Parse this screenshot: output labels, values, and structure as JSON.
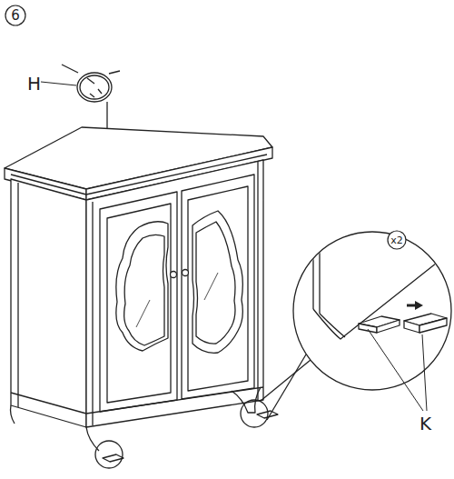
{
  "diagram": {
    "nodes": [
      {
        "text": [
          "6"
        ]
      },
      {
        "text": [
          "x2"
        ]
      }
    ],
    "labels": [
      "H",
      "K"
    ]
  }
}
